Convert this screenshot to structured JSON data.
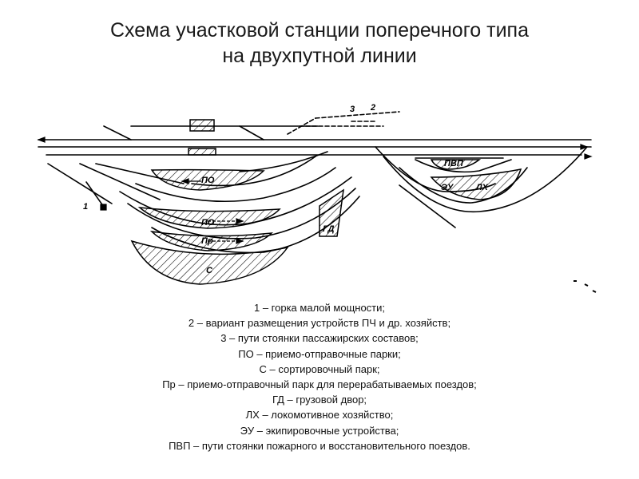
{
  "title": {
    "line1": "Схема участковой станции поперечного типа",
    "line2": "на двухпутной линии"
  },
  "diagram_labels": {
    "po_top": "ПО",
    "po_mid": "ПО",
    "pr": "Пр",
    "s": "С",
    "gd": "ГД",
    "pvp": "ПВП",
    "eu": "ЭУ",
    "lh": "ЛХ",
    "n1": "1",
    "n2": "2",
    "n3": "3"
  },
  "legend": [
    "1 – горка малой мощности;",
    "2 – вариант размещения устройств ПЧ и др. хозяйств;",
    "3 – пути стоянки пассажирских составов;",
    "ПО – приемо-отправочные парки;",
    "С – сортировочный парк;",
    "Пр – приемо-отправочный парк для перерабатываемых поездов;",
    "ГД – грузовой двор;",
    "ЛХ – локомотивное хозяйство;",
    "ЭУ – экипировочные устройства;",
    "ПВП – пути стоянки пожарного и восстановительного поездов."
  ]
}
